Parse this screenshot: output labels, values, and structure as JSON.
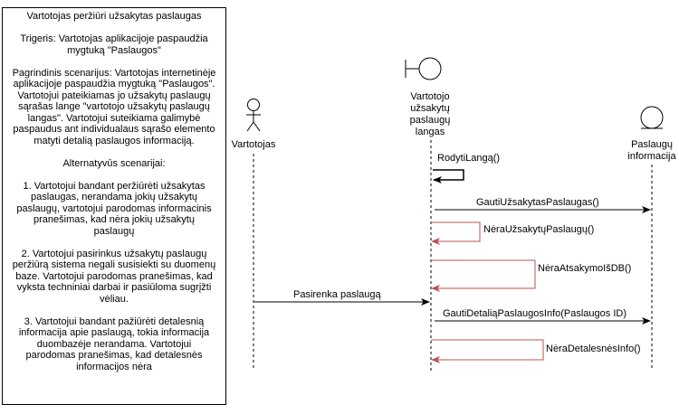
{
  "note": {
    "title": "Vartotojas peržiūri užsakytas paslaugas",
    "trigger": "Trigeris: Vartotojas aplikacijoje paspaudžia\nmygtuką \"Paslaugos\"",
    "main_scenario": "Pagrindinis scenarijus: Vartotojas internetinėje\naplikacijoje paspaudžia mygtuką \"Paslaugos\".\nVartotojui pateikiamas jo užsakytų paslaugų\nsąrašas lange \"vartotojo užsakytų paslaugų\nlangas\". Vartotojui suteikiama galimybė\npaspaudus ant individualaus sąrašo elemento\nmatyti detalią paslaugos informaciją.",
    "alt_heading": "Alternatyvūs scenarijai:",
    "alt_1": "1. Vartotojui bandant peržiūrėti užsakytas\npaslaugas, nerandama jokių užsakytų\npaslaugų, vartotojui parodomas informacinis\npranešimas, kad nėra jokių užsakytų\npaslaugų",
    "alt_2": "2. Vartotojui pasirinkus užsakytų paslaugų\nperžiūrą sistema negali susisiekti su duomenų\nbaze. Vartotojui parodomas pranešimas, kad\nvyksta techniniai darbai ir pasiūloma sugrįžti\nvėliau.",
    "alt_3": "3. Vartotojui bandant pažiūrėti detalesnią\ninformacija apie paslaugą, tokia informacija\nduombazėje nerandama. Vartotojui\nparodomas pranešimas, kad detalesnės\ninformacijos nėra"
  },
  "lifelines": {
    "actor": "Vartotojas",
    "boundary": [
      "Vartotojo",
      "užsakytų",
      "paslaugų",
      "langas"
    ],
    "entity": [
      "Paslaugų",
      "informacija"
    ]
  },
  "messages": {
    "show_window": "RodytiLangą()",
    "get_services": "GautiUžsakytasPaslaugas()",
    "no_services": "NėraUžsakytųPaslaugų()",
    "no_db_response": "NėraAtsakymoIšDB()",
    "select_service": "Pasirenka paslaugą",
    "get_details": "GautiDetaliąPaslaugosInfo(Paslaugos ID)",
    "no_details": "NėraDetalesnėsInfo()"
  },
  "colors": {
    "line": "#000000",
    "error_message": "#b85450",
    "background": "#ffffff"
  }
}
